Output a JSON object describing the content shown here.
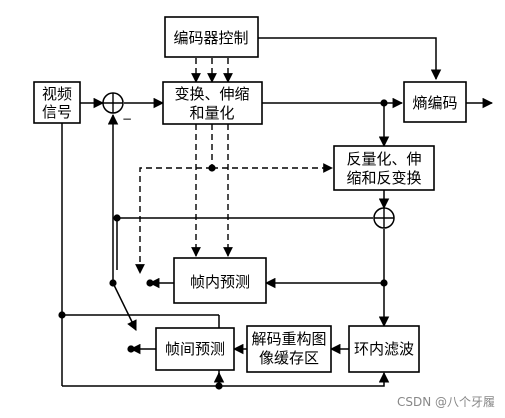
{
  "blocks": {
    "encoder_control": "编码器控制",
    "video_signal": [
      "视频",
      "信号"
    ],
    "transform": [
      "变换、伸缩",
      "和量化"
    ],
    "entropy": "熵编码",
    "inverse": [
      "反量化、伸",
      "缩和反变换"
    ],
    "intra_pred": "帧内预测",
    "inter_pred": "帧间预测",
    "decoded_buffer": [
      "解码重构图",
      "像缓存区"
    ],
    "loop_filter": "环内滤波"
  },
  "minus_sign": "−",
  "watermark": "CSDN @八个牙履"
}
